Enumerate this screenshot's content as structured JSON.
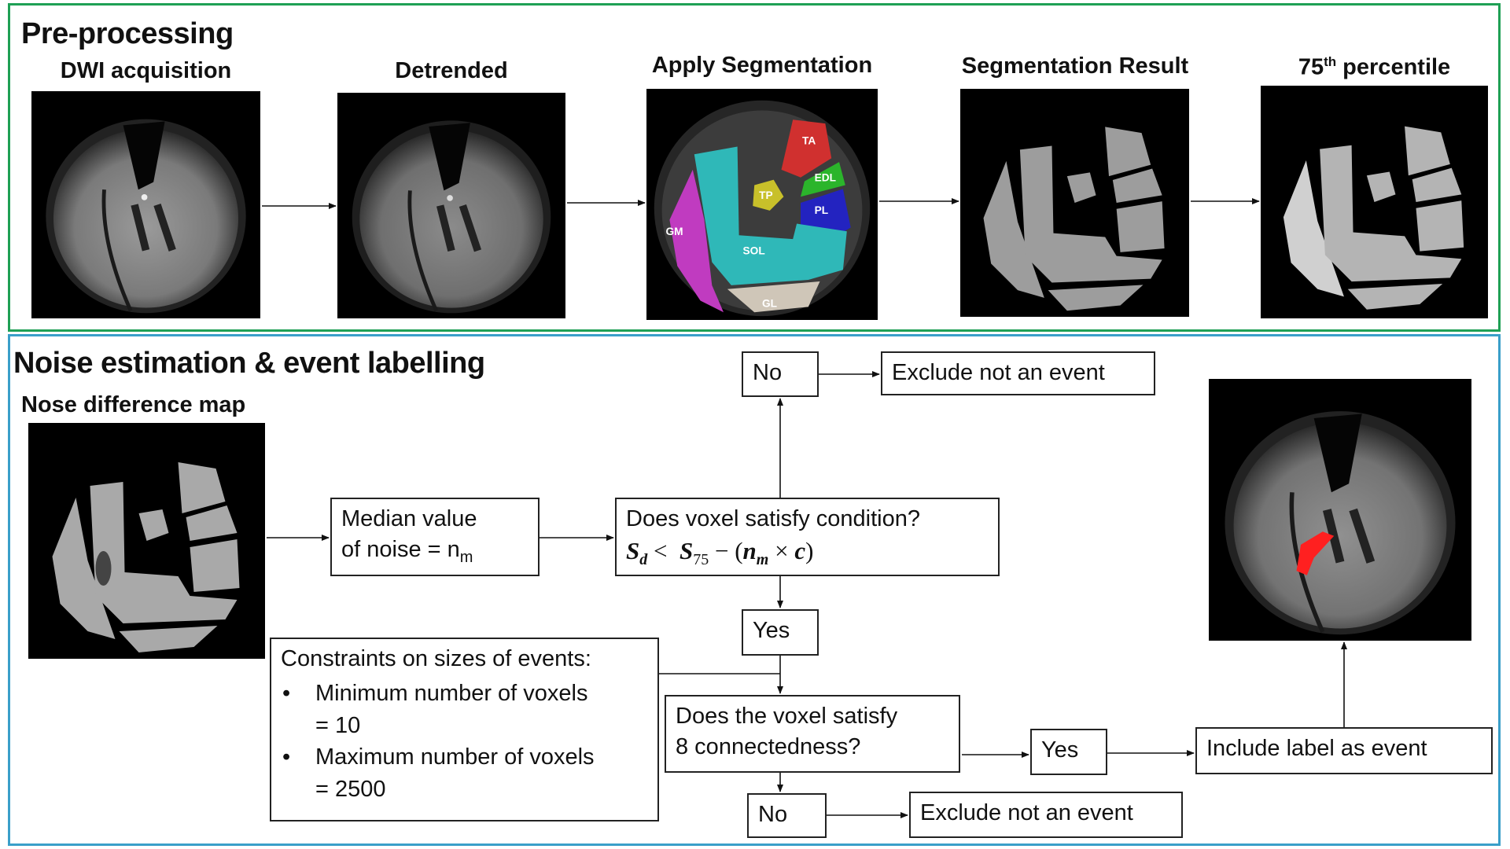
{
  "preprocessing": {
    "title": "Pre-processing",
    "steps": [
      {
        "label": "DWI acquisition"
      },
      {
        "label": "Detrended"
      },
      {
        "label": "Apply Segmentation"
      },
      {
        "label": "Segmentation Result"
      },
      {
        "label_main": "75",
        "label_sup": "th",
        "label_rest": " percentile"
      }
    ],
    "segments": [
      {
        "name": "TA",
        "color": "#d0302f"
      },
      {
        "name": "EDL",
        "color": "#2bb52b"
      },
      {
        "name": "TP",
        "color": "#c8c02a"
      },
      {
        "name": "PL",
        "color": "#2323c0"
      },
      {
        "name": "GM",
        "color": "#c03bc0"
      },
      {
        "name": "SOL",
        "color": "#2fb8b8"
      },
      {
        "name": "GL",
        "color": "#cfc6b8"
      }
    ]
  },
  "noise": {
    "title": "Noise estimation & event labelling",
    "map_label": "Nose difference map",
    "median_box": {
      "line1": "Median value",
      "line2_prefix": "of noise = n",
      "line2_sub": "m"
    },
    "condition_box": {
      "question": "Does voxel satisfy condition?",
      "formula": {
        "s": "S",
        "d": "d",
        "lt": "<",
        "s75": "S",
        "sub75": "75",
        "minus": "−",
        "open": "(",
        "n": "n",
        "m": "m",
        "times": "×",
        "c": "c",
        "close": ")"
      }
    },
    "no_top": "No",
    "exclude_top": "Exclude not an event",
    "yes_1": "Yes",
    "constraints": {
      "heading": "Constraints on sizes of events:",
      "items": [
        {
          "line1": "Minimum number of voxels",
          "line2": "= 10"
        },
        {
          "line1": "Maximum number of voxels",
          "line2": "= 2500"
        }
      ]
    },
    "connectedness_box": {
      "line1": "Does the voxel satisfy",
      "line2": "8 connectedness?"
    },
    "yes_2": "Yes",
    "include": "Include label as event",
    "no_bottom": "No",
    "exclude_bottom": "Exclude not an event",
    "event_color": "#ff2020"
  }
}
